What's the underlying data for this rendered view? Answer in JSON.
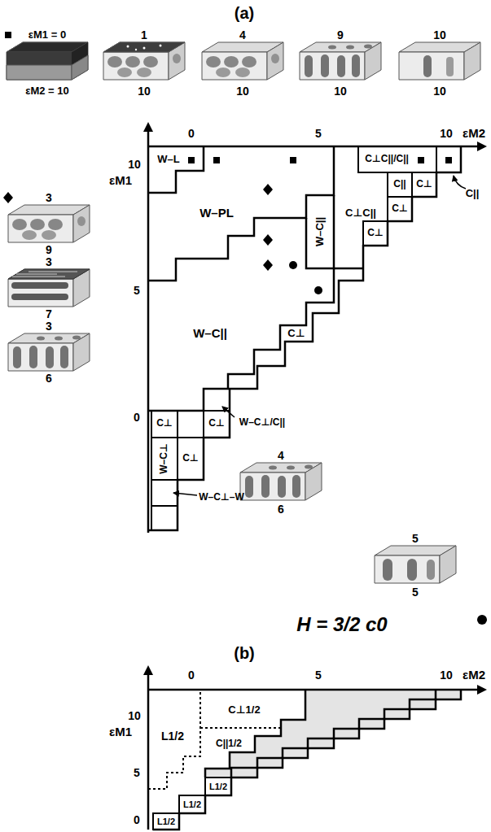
{
  "diagram": {
    "labels": [
      "(a)",
      "εM1 = 0",
      "1",
      "4",
      "9",
      "10",
      "εM2 = 10",
      "10",
      "10",
      "10",
      "10",
      "0",
      "5",
      "10",
      "εM2",
      "10",
      "εM1",
      "W–L",
      "W–PL",
      "C⊥C||/C||",
      "C||",
      "C⊥",
      "C||",
      "C⊥",
      "3",
      "C⊥C||",
      "W–C||",
      "C⊥",
      "9",
      "3",
      "5",
      "7",
      "3",
      "W–C||",
      "C⊥",
      "6",
      "0",
      "C⊥",
      "C⊥",
      "W–C⊥/C||",
      "4",
      "W–C⊥",
      "C⊥",
      "W–C⊥–W",
      "6",
      "5",
      "5",
      "H = 3/2 c0",
      "(b)",
      "0",
      "5",
      "10",
      "εM2",
      "10",
      "C⊥1/2",
      "εM1",
      "L1/2",
      "C||1/2",
      "5",
      "L1/2",
      "L1/2",
      "0",
      "L1/2"
    ]
  }
}
